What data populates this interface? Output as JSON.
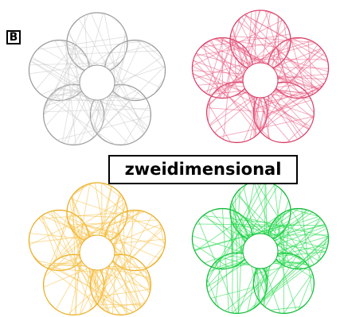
{
  "panel": {
    "letter": "B"
  },
  "caption": {
    "text": "zweidimensional"
  },
  "flowers": [
    {
      "id": "gray",
      "color": "#c9c9c9",
      "outline": "#9a9a9a",
      "density": 90,
      "opacity": 0.55
    },
    {
      "id": "pink",
      "color": "#e8587e",
      "outline": "#d63d66",
      "density": 140,
      "opacity": 0.55
    },
    {
      "id": "yellow",
      "color": "#f6c24a",
      "outline": "#e8ac20",
      "density": 140,
      "opacity": 0.6
    },
    {
      "id": "green",
      "color": "#1fd84a",
      "outline": "#10b836",
      "density": 140,
      "opacity": 0.6
    }
  ]
}
